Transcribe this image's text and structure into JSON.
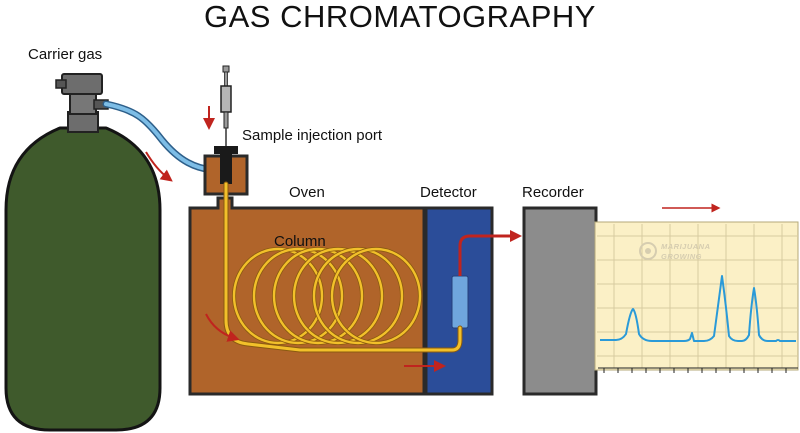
{
  "title": "GAS CHROMATOGRAPHY",
  "labels": {
    "carrier_gas": "Carrier gas",
    "injection_port": "Sample injection port",
    "oven": "Oven",
    "column": "Column",
    "detector": "Detector",
    "recorder": "Recorder"
  },
  "watermark": {
    "line1": "MARIJUANA",
    "line2": "GROWING"
  },
  "colors": {
    "tank": "#3f5a2c",
    "oven": "#b0642a",
    "detector": "#2b4d99",
    "recorder": "#8c8c8c",
    "paper": "#fbf0c6",
    "column": "#f2c02a",
    "carrier_tube": "#7dbde6",
    "arrow": "#c0241e",
    "trace": "#2a9ad8"
  }
}
